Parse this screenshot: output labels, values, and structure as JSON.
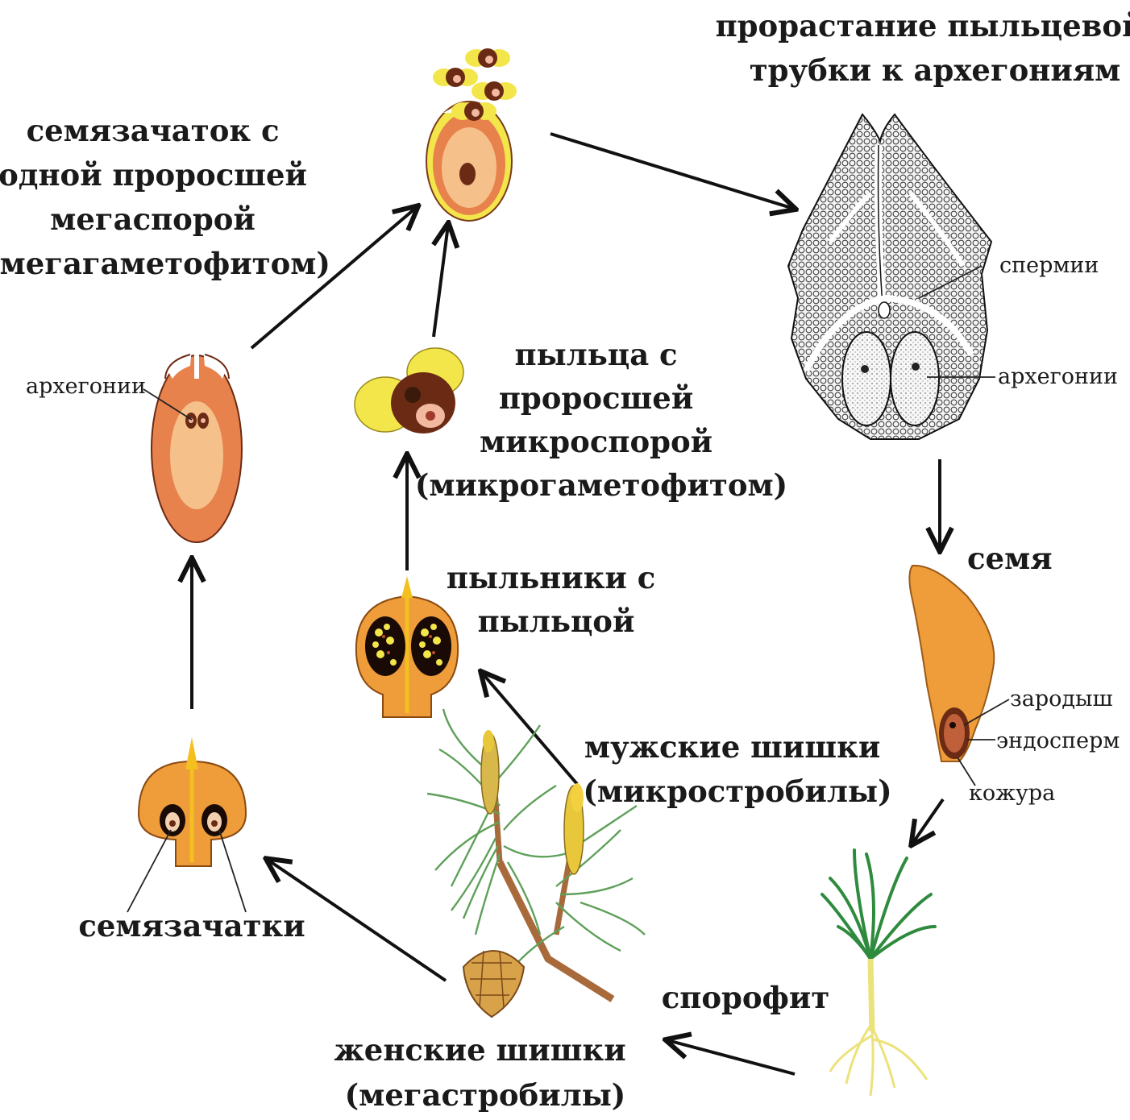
{
  "colors": {
    "tissue_orange": "#e8824c",
    "tissue_light": "#f5c08a",
    "pollen_yellow": "#f3e64a",
    "pollen_brown": "#6b2a14",
    "seed_orange": "#ef9d3a",
    "needle_green": "#5fa05a",
    "cone_tan": "#d8a24a",
    "sporophyte_green": "#2e8b3e",
    "root_yellow": "#ece27a"
  },
  "labels": {
    "ovule_megaspore": [
      "семязачаток с",
      "одной проросшей",
      "мегаспорой",
      "(мегагаметофитом)"
    ],
    "pollen_tube": [
      "прорастание пыльцевой",
      "трубки к архегониям"
    ],
    "spermii": "спермии",
    "archegonia_right": "архегонии",
    "archegonia_left": "архегонии",
    "pollen_microspore": [
      "пыльца с",
      "проросшей",
      "микроспорой",
      "(микрогаметофитом)"
    ],
    "seed": "семя",
    "embryo": "зародыш",
    "endosperm": "эндосперм",
    "seed_coat": "кожура",
    "anthers": [
      "пыльники с",
      "пыльцой"
    ],
    "male_cones": [
      "мужские шишки",
      "(микростробилы)"
    ],
    "ovules": "семязачатки",
    "sporophyte": "спорофит",
    "female_cones": [
      "женские шишки",
      "(мегастробилы)"
    ]
  }
}
